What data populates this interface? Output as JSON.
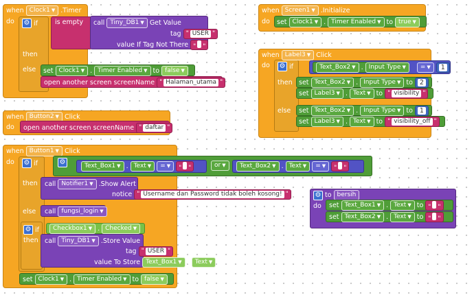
{
  "kw": {
    "when": "when",
    "do": "do",
    "if": "if",
    "then": "then",
    "else": "else",
    "call": "call",
    "set": "set",
    "to": "to",
    "or": "or",
    "is_empty": "is empty",
    "tag": "tag",
    "value_if_not_there": "value If Tag Not There",
    "open_screen": "open another screen",
    "screen_name": "screenName",
    "notice": "notice",
    "value_to_store": "value To Store",
    "dot": "."
  },
  "blocks": {
    "clock_timer": {
      "component": "Clock1",
      "event": ".Timer",
      "getvalue": {
        "db": "Tiny_DB1",
        "method": "Get Value",
        "tag": "USER"
      },
      "set": {
        "component": "Clock1",
        "prop": "Timer Enabled",
        "value": "false"
      },
      "open_screen": "Halaman_utama"
    },
    "screen_init": {
      "component": "Screen1",
      "event": ".Initialize",
      "set": {
        "component": "Clock1",
        "prop": "Timer Enabled",
        "value": "true"
      }
    },
    "label3_click": {
      "component": "Label3",
      "event": "Click",
      "cond": {
        "component": "Text_Box2",
        "prop": "Input Type",
        "op": "=",
        "num": "1"
      },
      "then1": {
        "component": "Text_Box2",
        "prop": "Input Type",
        "num": "2"
      },
      "then2": {
        "component": "Label3",
        "prop": "Text",
        "value": "visibility"
      },
      "else1": {
        "component": "Text_Box2",
        "prop": "Input Type",
        "num": "1"
      },
      "else2": {
        "component": "Label3",
        "prop": "Text",
        "value": "visibility_off"
      }
    },
    "button2_click": {
      "component": "Button2",
      "event": "Click",
      "open_screen": "daftar"
    },
    "button1_click": {
      "component": "Button1",
      "event": "Click",
      "cond_a": {
        "component": "Text_Box1",
        "prop": "Text",
        "op": "="
      },
      "cond_b": {
        "component": "Text_Box2",
        "prop": "Text",
        "op": "="
      },
      "alert": {
        "component": "Notifier1",
        "method": ".Show Alert",
        "notice": "Username dan Password tidak boleh kosong!"
      },
      "else_call": "fungsi_login",
      "checkbox": {
        "component": "Checkbox1",
        "prop": "Checked"
      },
      "store": {
        "db": "Tiny_DB1",
        "method": ".Store Value",
        "tag": "USER",
        "value_comp": "Text_Box1",
        "value_prop": "Text"
      },
      "set": {
        "component": "Clock1",
        "prop": "Timer Enabled",
        "value": "false"
      }
    },
    "bersih": {
      "name": "bersih",
      "set1": {
        "component": "Text_Box1",
        "prop": "Text"
      },
      "set2": {
        "component": "Text_Box2",
        "prop": "Text"
      }
    }
  }
}
